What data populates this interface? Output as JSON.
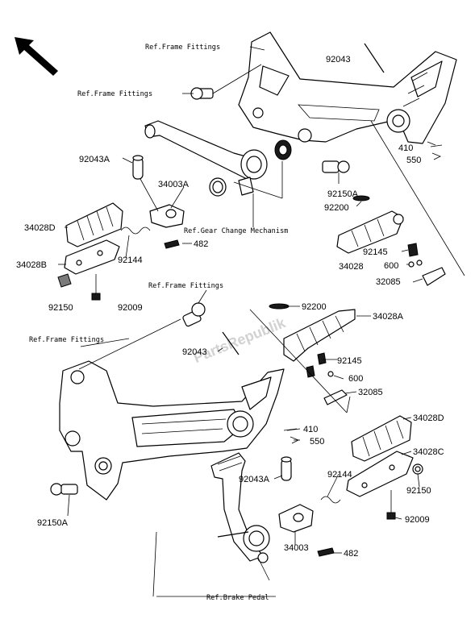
{
  "watermark": "PartsRepublik",
  "ref_labels": {
    "frame_fittings_top": "Ref.Frame Fittings",
    "frame_fittings_bolt": "Ref.Frame Fittings",
    "gear_change": "Ref.Gear Change Mechanism",
    "frame_fittings_mid": "Ref.Frame Fittings",
    "frame_fittings_left": "Ref.Frame Fittings",
    "brake_pedal": "Ref.Brake Pedal"
  },
  "parts": {
    "p92043_a": "92043",
    "p410_a": "410",
    "p550_a": "550",
    "p92043A_a": "92043A",
    "p34003A": "34003A",
    "p92150A_a": "92150A",
    "p92200_a": "92200",
    "p34028D_a": "34028D",
    "p482_a": "482",
    "p92145_a": "92145",
    "p34028B": "34028B",
    "p92144_a": "92144",
    "p34028": "34028",
    "p600_a": "600",
    "p32085_a": "32085",
    "p92150": "92150",
    "p92009_a": "92009",
    "p92200_b": "92200",
    "p34028A": "34028A",
    "p92043_b": "92043",
    "p92145_b": "92145",
    "p600_b": "600",
    "p32085_b": "32085",
    "p410_b": "410",
    "p550_b": "550",
    "p34028D_b": "34028D",
    "p34028C": "34028C",
    "p92043A_b": "92043A",
    "p92144_b": "92144",
    "p92150_b": "92150",
    "p92150A_b": "92150A",
    "p92009_b": "92009",
    "p34003": "34003",
    "p482_b": "482"
  }
}
